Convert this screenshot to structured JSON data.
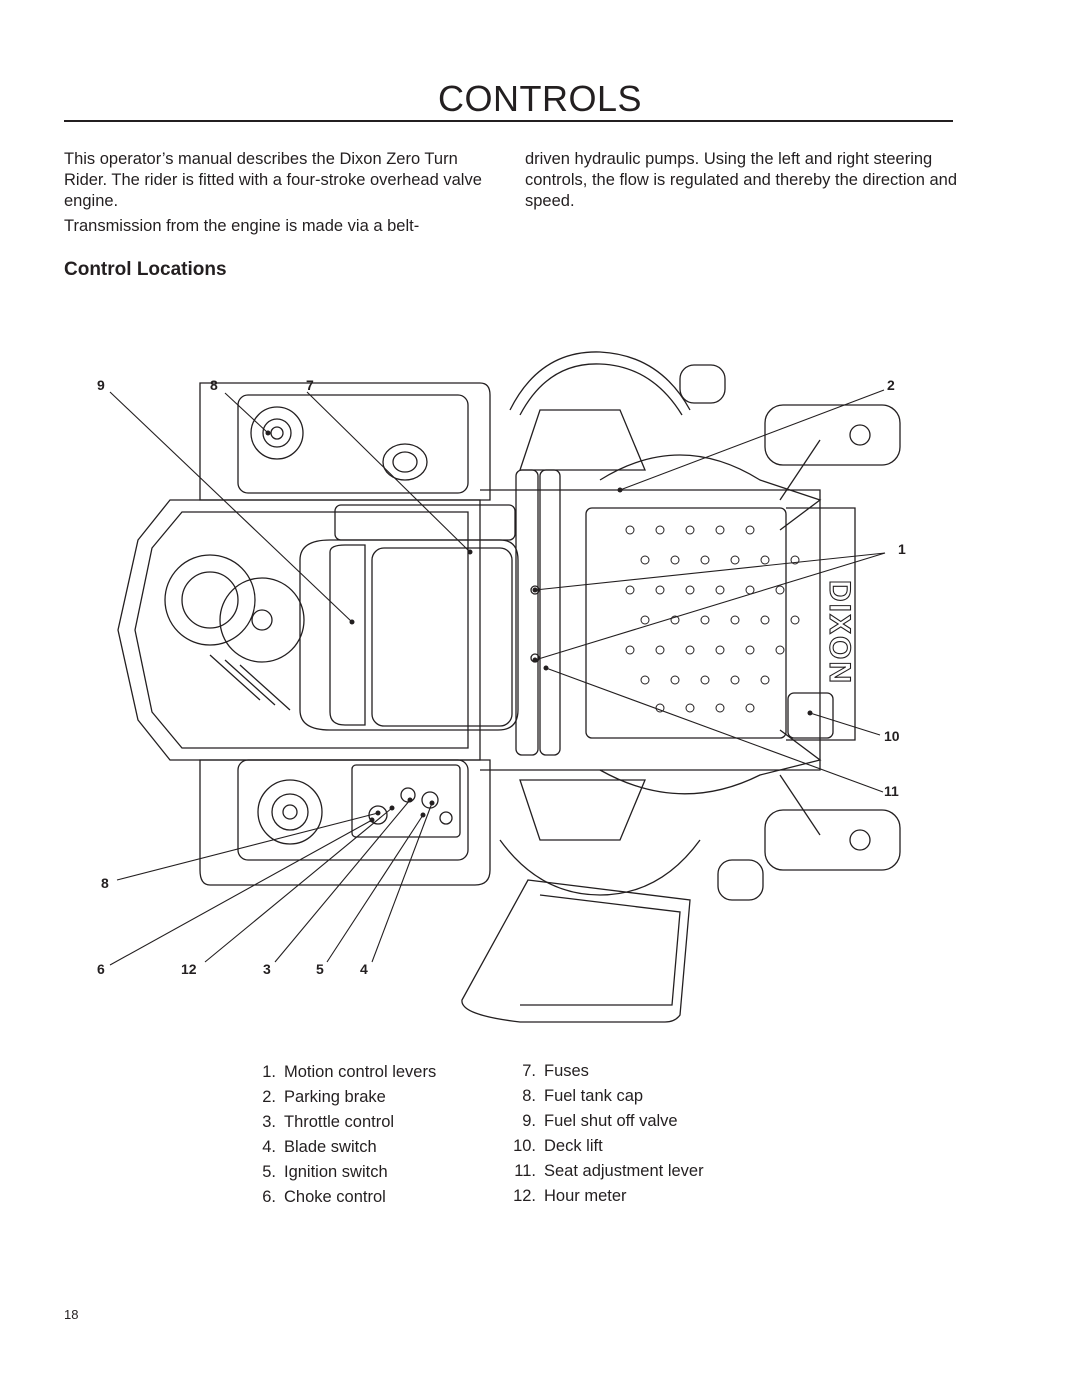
{
  "page": {
    "title": "CONTROLS",
    "intro_col1": "This operator’s manual describes the Dixon Zero Turn Rider. The rider is fitted with a four-stroke overhead valve engine.",
    "intro_col1b": "Transmission from the engine is made via a belt-",
    "intro_col2": "driven hydraulic pumps. Using the left and right steering controls, the flow is regulated and thereby the direction and speed.",
    "section_title": "Control Locations",
    "page_number": "18"
  },
  "diagram": {
    "callouts": [
      "9",
      "8",
      "7",
      "2",
      "1",
      "10",
      "11",
      "8",
      "6",
      "12",
      "3",
      "5",
      "4"
    ],
    "brand_mark": "DIXON"
  },
  "legend": {
    "left": [
      {
        "num": "1.",
        "label": "Motion control levers"
      },
      {
        "num": "2.",
        "label": "Parking brake"
      },
      {
        "num": "3.",
        "label": "Throttle control"
      },
      {
        "num": "4.",
        "label": "Blade switch"
      },
      {
        "num": "5.",
        "label": "Ignition switch"
      },
      {
        "num": "6.",
        "label": "Choke control"
      }
    ],
    "right": [
      {
        "num": "7.",
        "label": "Fuses"
      },
      {
        "num": "8.",
        "label": "Fuel tank cap"
      },
      {
        "num": "9.",
        "label": "Fuel shut off valve"
      },
      {
        "num": "10.",
        "label": "Deck lift"
      },
      {
        "num": "11.",
        "label": "Seat adjustment lever"
      },
      {
        "num": "12.",
        "label": "Hour meter"
      }
    ]
  }
}
